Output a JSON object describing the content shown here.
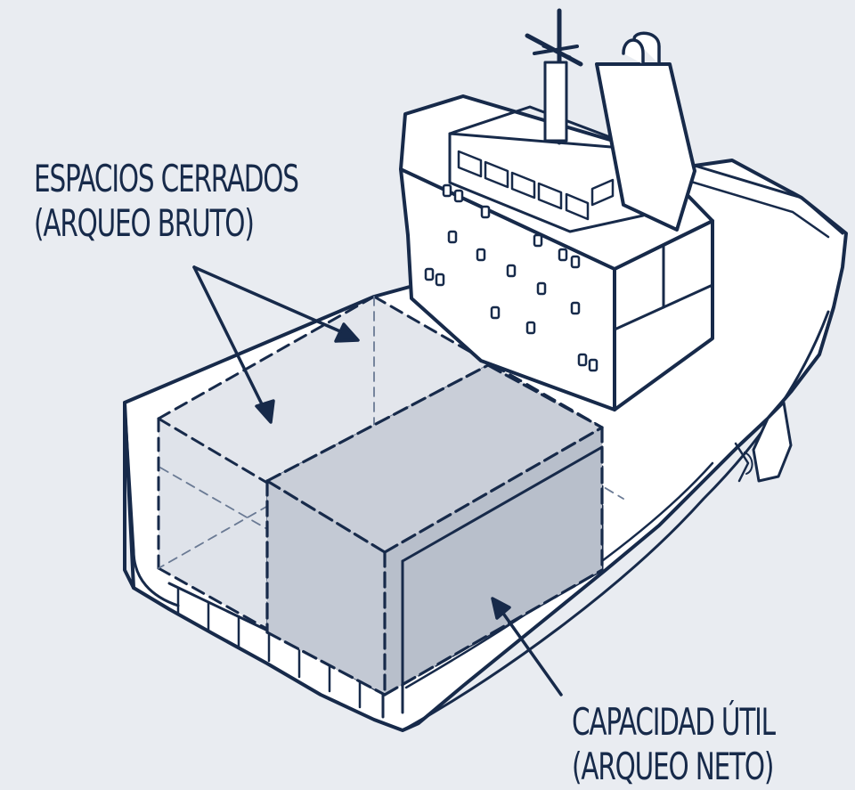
{
  "labels": {
    "gross_line1": "ESPACIOS CERRADOS",
    "gross_line2": "(ARQUEO BRUTO)",
    "net_line1": "CAPACIDAD ÚTIL",
    "net_line2": "(ARQUEO NETO)"
  },
  "colors": {
    "background": "#e9ecf1",
    "ink": "#172a4a",
    "hull_fill": "#ffffff",
    "enclosed_space_fill": "#dfe3ea",
    "net_capacity_fill": "#b8bfcb"
  }
}
